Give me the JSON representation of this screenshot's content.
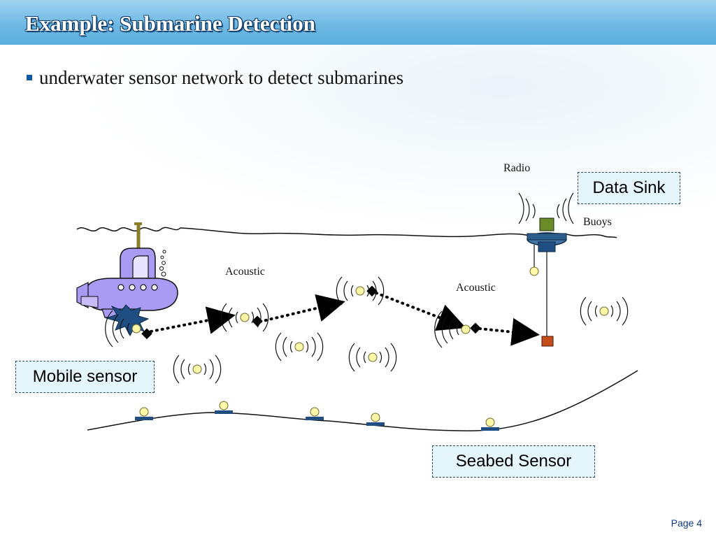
{
  "slide": {
    "title": "Example: Submarine Detection",
    "bullet": "underwater sensor network to detect submarines",
    "page": "Page 4"
  },
  "labels": {
    "radio": "Radio",
    "buoys": "Buoys",
    "acoustic_left": "Acoustic",
    "acoustic_right": "Acoustic"
  },
  "callouts": {
    "data_sink": "Data Sink",
    "mobile_sensor": "Mobile sensor",
    "seabed_sensor": "Seabed  Sensor"
  },
  "colors": {
    "header": "#6fb9e3",
    "callout_fill": "#e4f6fb",
    "sensor_fill": "#fff7a8",
    "submarine": "#a99bf4",
    "explosion": "#1f4f82",
    "buoy_body": "#3f76a6",
    "buoy_top": "#6b8a2a",
    "anchor": "#c44b1a"
  }
}
